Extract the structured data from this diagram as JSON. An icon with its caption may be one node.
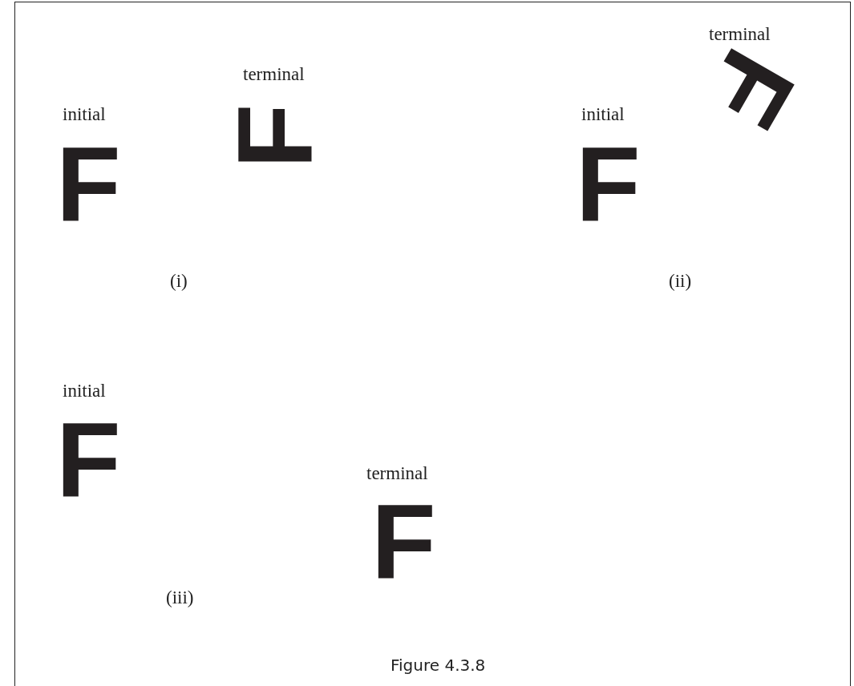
{
  "diagram": {
    "caption": "Figure 4.3.8",
    "labels": [
      "initial",
      "F",
      "terminal",
      "F",
      "(i)",
      "initial",
      "F",
      "terminal",
      "F",
      "(ii)",
      "initial",
      "F",
      "terminal",
      "F",
      "(iii)"
    ]
  }
}
